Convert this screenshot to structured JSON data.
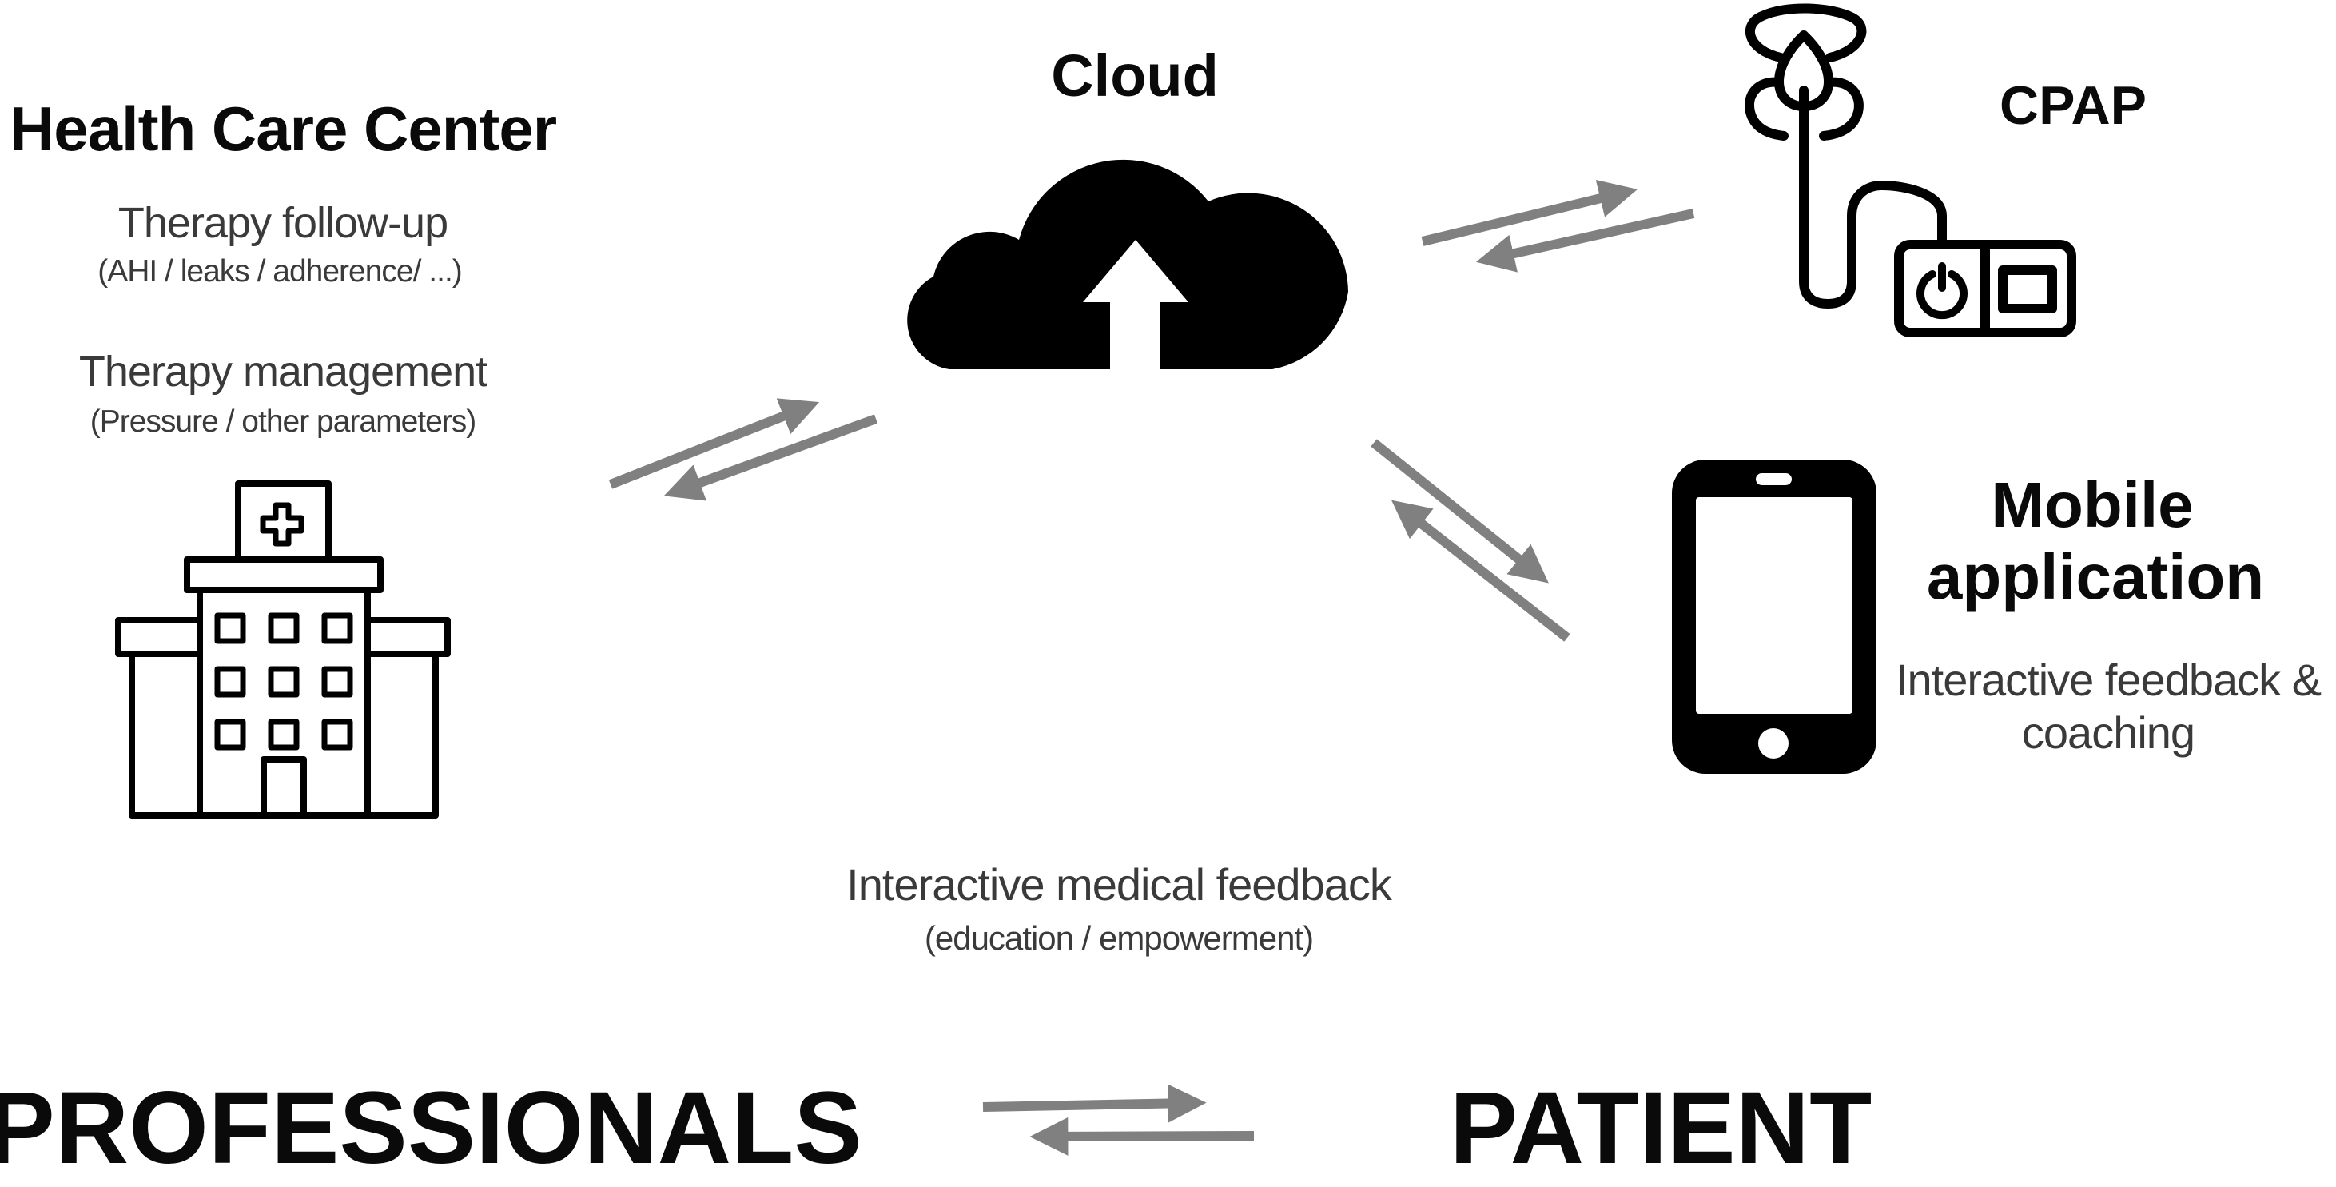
{
  "diagram": {
    "nodes": {
      "health_care_center": {
        "title": "Health Care Center",
        "items": [
          {
            "label": "Therapy follow-up",
            "detail": "(AHI / leaks / adherence/ ...)"
          },
          {
            "label": "Therapy management",
            "detail": "(Pressure / other parameters)"
          }
        ],
        "icon": "hospital-icon"
      },
      "cloud": {
        "title": "Cloud",
        "icon": "cloud-upload-icon"
      },
      "cpap": {
        "title": "CPAP",
        "icon": "cpap-device-icon"
      },
      "mobile_app": {
        "title_line1": "Mobile",
        "title_line2": "application",
        "description_line1": "Interactive feedback &",
        "description_line2": "coaching",
        "icon": "smartphone-icon"
      }
    },
    "center_caption": {
      "line1": "Interactive medical feedback",
      "line2": "(education / empowerment)"
    },
    "footer": {
      "left": "PROFESSIONALS",
      "right": "PATIENT"
    },
    "connections": [
      {
        "from": "health_care_center",
        "to": "cloud",
        "type": "bidirectional"
      },
      {
        "from": "cloud",
        "to": "cpap",
        "type": "bidirectional"
      },
      {
        "from": "cloud",
        "to": "mobile_app",
        "type": "bidirectional"
      },
      {
        "from": "professionals",
        "to": "patient",
        "type": "bidirectional"
      }
    ],
    "colors": {
      "icon": "#000000",
      "arrow": "#808080",
      "heading_text": "#0a0a0a",
      "body_text": "#3a3a3a",
      "background": "#ffffff"
    }
  }
}
